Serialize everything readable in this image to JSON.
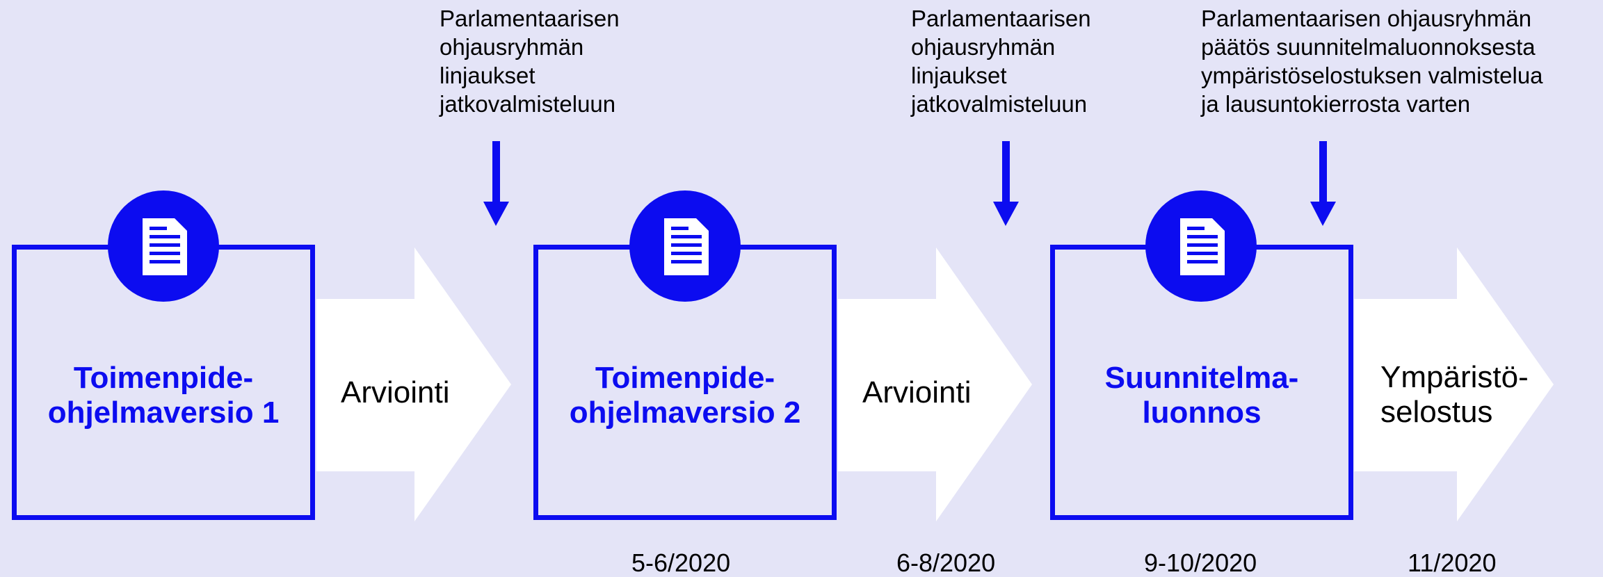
{
  "colors": {
    "background": "#e4e4f7",
    "accent": "#0c0cf0",
    "arrow_fill": "#ffffff"
  },
  "stages": [
    {
      "title": "Toimenpide-\nohjelmaversio 1",
      "icon": "document-icon"
    },
    {
      "title": "Toimenpide-\nohjelmaversio 2",
      "icon": "document-icon"
    },
    {
      "title": "Suunnitelma-\nluonnos",
      "icon": "document-icon"
    }
  ],
  "arrows": [
    {
      "label": "Arviointi"
    },
    {
      "label": "Arviointi"
    },
    {
      "label": "Ympäristö-\nselostus"
    }
  ],
  "notes": [
    {
      "text": "Parlamentaarisen\nohjausryhmän\nlinjaukset\njatkovalmisteluun"
    },
    {
      "text": "Parlamentaarisen\nohjausryhmän\nlinjaukset\njatkovalmisteluun"
    },
    {
      "text": "Parlamentaarisen ohjausryhmän\npäätös suunnitelmaluonnoksesta\nympäristöselostuksen valmistelua\nja lausuntokierrosta varten"
    }
  ],
  "dates": [
    "5-6/2020",
    "6-8/2020",
    "9-10/2020",
    "11/2020"
  ]
}
